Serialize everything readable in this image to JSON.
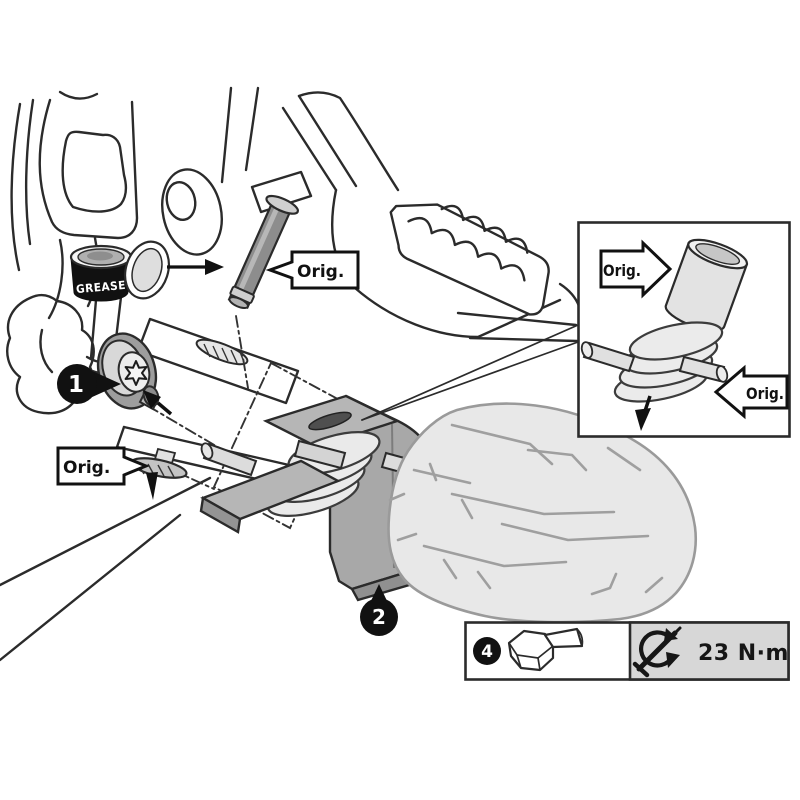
{
  "labels": {
    "grease": "GREASE",
    "orig": "Orig."
  },
  "callouts": {
    "step1": "1",
    "step2": "2",
    "step4": "4"
  },
  "torque": {
    "value": "23 N·m"
  },
  "icons": {
    "grease_arrow": "arrow-right",
    "screw_arrow": "arrow-up-left",
    "washer_arrow": "arrow-down",
    "inset_spring_arrow": "arrow-down",
    "torque_icon": "torque-wrench-icon"
  },
  "colors": {
    "line": "#2b2b2b",
    "callout_fill": "#111111",
    "adapter_gray": "#a8a8a8",
    "flange_gray": "#b6b6b6",
    "footpeg_gray": "#e8e8e8",
    "pin_gray": "#8d8d8d",
    "spring_gray": "#eaeaea",
    "info_cell_gray": "#d7d7d7"
  }
}
